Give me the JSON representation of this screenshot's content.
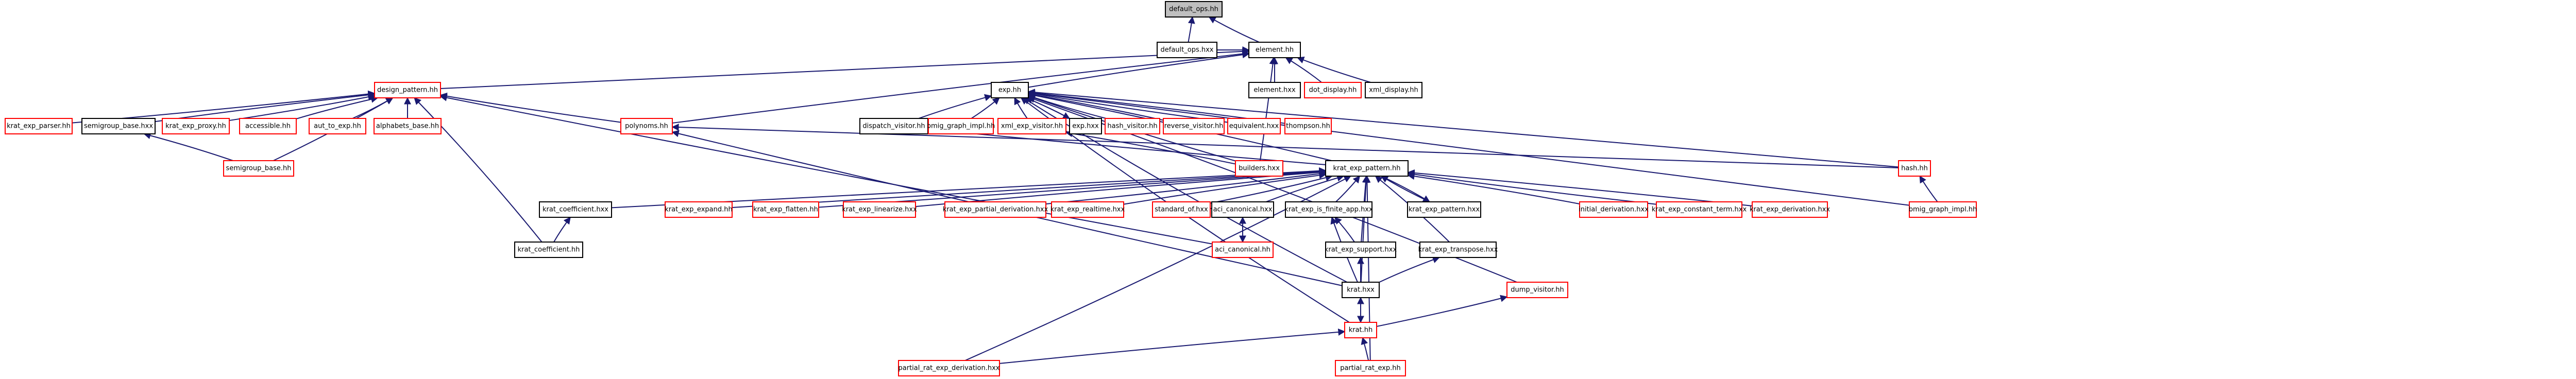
{
  "colors": {
    "edge": "#191970",
    "black_border": "#000000",
    "red_border": "#ff0000",
    "current_fill": "#bfbfbf",
    "background": "#ffffff"
  },
  "nodes": [
    {
      "id": "default_ops_hh",
      "label": "default_ops.hh",
      "kind": "current"
    },
    {
      "id": "default_ops_hxx",
      "label": "default_ops.hxx",
      "kind": "black"
    },
    {
      "id": "element_hh",
      "label": "element.hh",
      "kind": "black"
    },
    {
      "id": "element_hxx",
      "label": "element.hxx",
      "kind": "black"
    },
    {
      "id": "dot_display_hh",
      "label": "dot_display.hh",
      "kind": "red"
    },
    {
      "id": "xml_display_hh",
      "label": "xml_display.hh",
      "kind": "black"
    },
    {
      "id": "exp_hh",
      "label": "exp.hh",
      "kind": "black"
    },
    {
      "id": "builders_hxx",
      "label": "builders.hxx",
      "kind": "red"
    },
    {
      "id": "design_pattern_hh",
      "label": "design_pattern.hh",
      "kind": "red"
    },
    {
      "id": "krat_exp_parser_hh",
      "label": "krat_exp_parser.hh",
      "kind": "red"
    },
    {
      "id": "semigroup_base_hxx",
      "label": "semigroup_base.hxx",
      "kind": "black"
    },
    {
      "id": "krat_exp_proxy_hh",
      "label": "krat_exp_proxy.hh",
      "kind": "red"
    },
    {
      "id": "accessible_hh",
      "label": "accessible.hh",
      "kind": "red"
    },
    {
      "id": "aut_to_exp_hh",
      "label": "aut_to_exp.hh",
      "kind": "red"
    },
    {
      "id": "alphabets_base_hh",
      "label": "alphabets_base.hh",
      "kind": "red"
    },
    {
      "id": "semigroup_base_hh",
      "label": "semigroup_base.hh",
      "kind": "red"
    },
    {
      "id": "polynoms_hh",
      "label": "polynoms.hh",
      "kind": "red"
    },
    {
      "id": "dispatch_visitor_hh",
      "label": "dispatch_visitor.hh",
      "kind": "black"
    },
    {
      "id": "bmig_graph_impl_hh",
      "label": "bmig_graph_impl.hh",
      "kind": "red"
    },
    {
      "id": "xml_exp_visitor_hh",
      "label": "xml_exp_visitor.hh",
      "kind": "red"
    },
    {
      "id": "exp_hxx",
      "label": "exp.hxx",
      "kind": "black"
    },
    {
      "id": "hash_visitor_hh",
      "label": "hash_visitor.hh",
      "kind": "red"
    },
    {
      "id": "reverse_visitor_hh",
      "label": "reverse_visitor.hh",
      "kind": "red"
    },
    {
      "id": "equivalent_hxx",
      "label": "equivalent.hxx",
      "kind": "red"
    },
    {
      "id": "thompson_hh",
      "label": "thompson.hh",
      "kind": "red"
    },
    {
      "id": "krat_exp_pattern_hh",
      "label": "krat_exp_pattern.hh",
      "kind": "black"
    },
    {
      "id": "hash_hh",
      "label": "hash.hh",
      "kind": "red"
    },
    {
      "id": "bmig_graph_impl_hxx",
      "label": "bmig_graph_impl.hh",
      "kind": "red"
    },
    {
      "id": "krat_coefficient_hxx",
      "label": "krat_coefficient.hxx",
      "kind": "black"
    },
    {
      "id": "krat_exp_expand_hh",
      "label": "krat_exp_expand.hh",
      "kind": "red"
    },
    {
      "id": "krat_exp_flatten_hh",
      "label": "krat_exp_flatten.hh",
      "kind": "red"
    },
    {
      "id": "krat_exp_linearize_hxx",
      "label": "krat_exp_linearize.hxx",
      "kind": "red"
    },
    {
      "id": "krat_exp_partial_derivation_hxx",
      "label": "krat_exp_partial_derivation.hxx",
      "kind": "red"
    },
    {
      "id": "krat_exp_realtime_hxx",
      "label": "krat_exp_realtime.hxx",
      "kind": "red"
    },
    {
      "id": "standard_of_hxx",
      "label": "standard_of.hxx",
      "kind": "red"
    },
    {
      "id": "aci_canonical_hxx",
      "label": "aci_canonical.hxx",
      "kind": "black"
    },
    {
      "id": "krat_exp_is_finite_app_hxx",
      "label": "krat_exp_is_finite_app.hxx",
      "kind": "black"
    },
    {
      "id": "krat_exp_pattern_hxx",
      "label": "krat_exp_pattern.hxx",
      "kind": "black"
    },
    {
      "id": "initial_derivation_hxx",
      "label": "initial_derivation.hxx",
      "kind": "red"
    },
    {
      "id": "krat_exp_constant_term_hxx",
      "label": "krat_exp_constant_term.hxx",
      "kind": "red"
    },
    {
      "id": "krat_exp_derivation_hxx",
      "label": "krat_exp_derivation.hxx",
      "kind": "red"
    },
    {
      "id": "krat_coefficient_hh",
      "label": "krat_coefficient.hh",
      "kind": "black"
    },
    {
      "id": "aci_canonical_hh",
      "label": "aci_canonical.hh",
      "kind": "red"
    },
    {
      "id": "krat_exp_support_hxx",
      "label": "krat_exp_support.hxx",
      "kind": "black"
    },
    {
      "id": "krat_exp_transpose_hxx",
      "label": "krat_exp_transpose.hxx",
      "kind": "black"
    },
    {
      "id": "krat_hxx",
      "label": "krat.hxx",
      "kind": "black"
    },
    {
      "id": "dump_visitor_hh",
      "label": "dump_visitor.hh",
      "kind": "red"
    },
    {
      "id": "krat_hh",
      "label": "krat.hh",
      "kind": "red"
    },
    {
      "id": "partial_rat_exp_derivation_hxx",
      "label": "partial_rat_exp_derivation.hxx",
      "kind": "red"
    },
    {
      "id": "partial_rat_exp_hh",
      "label": "partial_rat_exp.hh",
      "kind": "red"
    }
  ],
  "edges": [
    [
      "default_ops_hh",
      "default_ops_hxx"
    ],
    [
      "default_ops_hh",
      "element_hh"
    ],
    [
      "element_hh",
      "default_ops_hxx"
    ],
    [
      "element_hh",
      "element_hxx"
    ],
    [
      "element_hh",
      "dot_display_hh"
    ],
    [
      "element_hh",
      "xml_display_hh"
    ],
    [
      "element_hh",
      "design_pattern_hh"
    ],
    [
      "element_hh",
      "exp_hh"
    ],
    [
      "element_hh",
      "builders_hxx"
    ],
    [
      "element_hh",
      "polynoms_hh"
    ],
    [
      "design_pattern_hh",
      "krat_exp_parser_hh"
    ],
    [
      "design_pattern_hh",
      "semigroup_base_hxx"
    ],
    [
      "design_pattern_hh",
      "krat_exp_proxy_hh"
    ],
    [
      "design_pattern_hh",
      "accessible_hh"
    ],
    [
      "design_pattern_hh",
      "aut_to_exp_hh"
    ],
    [
      "design_pattern_hh",
      "alphabets_base_hh"
    ],
    [
      "design_pattern_hh",
      "semigroup_base_hh"
    ],
    [
      "design_pattern_hh",
      "polynoms_hh"
    ],
    [
      "design_pattern_hh",
      "krat_coefficient_hh"
    ],
    [
      "design_pattern_hh",
      "aci_canonical_hh"
    ],
    [
      "semigroup_base_hxx",
      "semigroup_base_hh"
    ],
    [
      "exp_hh",
      "dispatch_visitor_hh"
    ],
    [
      "exp_hh",
      "bmig_graph_impl_hh"
    ],
    [
      "exp_hh",
      "xml_exp_visitor_hh"
    ],
    [
      "exp_hh",
      "exp_hxx"
    ],
    [
      "exp_hh",
      "hash_visitor_hh"
    ],
    [
      "exp_hh",
      "reverse_visitor_hh"
    ],
    [
      "exp_hh",
      "equivalent_hxx"
    ],
    [
      "exp_hh",
      "thompson_hh"
    ],
    [
      "exp_hh",
      "builders_hxx"
    ],
    [
      "exp_hh",
      "krat_exp_pattern_hh"
    ],
    [
      "exp_hh",
      "hash_hh"
    ],
    [
      "exp_hh",
      "bmig_graph_impl_hxx"
    ],
    [
      "exp_hh",
      "krat_hxx"
    ],
    [
      "exp_hh",
      "dump_visitor_hh"
    ],
    [
      "exp_hh",
      "krat_hh"
    ],
    [
      "exp_hxx",
      "exp_hh"
    ],
    [
      "hash_hh",
      "bmig_graph_impl_hxx"
    ],
    [
      "xml_exp_visitor_hh",
      "builders_hxx"
    ],
    [
      "dispatch_visitor_hh",
      "krat_exp_pattern_hh"
    ],
    [
      "polynoms_hh",
      "hash_hh"
    ],
    [
      "polynoms_hh",
      "krat_hxx"
    ],
    [
      "krat_exp_pattern_hh",
      "krat_coefficient_hxx"
    ],
    [
      "krat_exp_pattern_hh",
      "krat_exp_expand_hh"
    ],
    [
      "krat_exp_pattern_hh",
      "krat_exp_flatten_hh"
    ],
    [
      "krat_exp_pattern_hh",
      "krat_exp_linearize_hxx"
    ],
    [
      "krat_exp_pattern_hh",
      "krat_exp_partial_derivation_hxx"
    ],
    [
      "krat_exp_pattern_hh",
      "krat_exp_realtime_hxx"
    ],
    [
      "krat_exp_pattern_hh",
      "standard_of_hxx"
    ],
    [
      "krat_exp_pattern_hh",
      "aci_canonical_hxx"
    ],
    [
      "krat_exp_pattern_hh",
      "krat_exp_is_finite_app_hxx"
    ],
    [
      "krat_exp_pattern_hh",
      "krat_exp_pattern_hxx"
    ],
    [
      "krat_exp_pattern_hh",
      "initial_derivation_hxx"
    ],
    [
      "krat_exp_pattern_hh",
      "krat_exp_constant_term_hxx"
    ],
    [
      "krat_exp_pattern_hh",
      "krat_exp_derivation_hxx"
    ],
    [
      "krat_exp_pattern_hh",
      "krat_exp_support_hxx"
    ],
    [
      "krat_exp_pattern_hh",
      "krat_exp_transpose_hxx"
    ],
    [
      "krat_exp_pattern_hh",
      "krat_hxx"
    ],
    [
      "krat_exp_pattern_hh",
      "partial_rat_exp_derivation_hxx"
    ],
    [
      "krat_exp_pattern_hh",
      "partial_rat_exp_hh"
    ],
    [
      "krat_exp_pattern_hxx",
      "krat_exp_pattern_hh"
    ],
    [
      "krat_coefficient_hxx",
      "krat_coefficient_hh"
    ],
    [
      "aci_canonical_hxx",
      "aci_canonical_hh"
    ],
    [
      "aci_canonical_hh",
      "aci_canonical_hxx"
    ],
    [
      "krat_exp_is_finite_app_hxx",
      "krat_exp_support_hxx"
    ],
    [
      "krat_exp_is_finite_app_hxx",
      "krat_hxx"
    ],
    [
      "krat_exp_support_hxx",
      "krat_hxx"
    ],
    [
      "krat_exp_transpose_hxx",
      "krat_hxx"
    ],
    [
      "krat_hxx",
      "krat_hh"
    ],
    [
      "krat_hh",
      "krat_hxx"
    ],
    [
      "dump_visitor_hh",
      "krat_hh"
    ],
    [
      "krat_hh",
      "partial_rat_exp_derivation_hxx"
    ],
    [
      "krat_hh",
      "partial_rat_exp_hh"
    ]
  ]
}
